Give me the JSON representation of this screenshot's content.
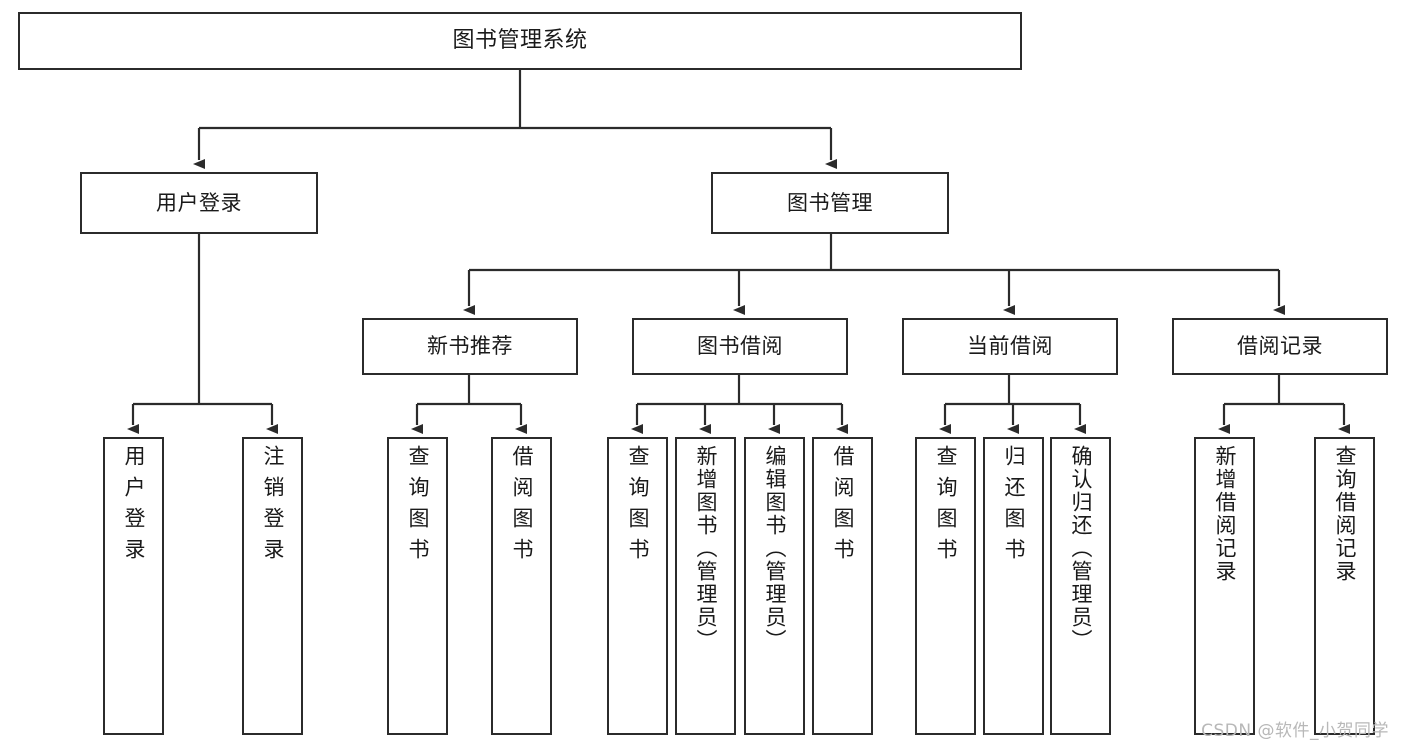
{
  "diagram": {
    "type": "tree",
    "title": "图书管理系统",
    "watermark": "CSDN @软件_小贺同学",
    "colors": {
      "stroke": "#2b2b2b",
      "fill": "#ffffff",
      "text": "#1a1a1a",
      "watermark": "#b8b8b8"
    },
    "nodes": {
      "root": {
        "label": "图书管理系统"
      },
      "level2": [
        {
          "label": "用户登录"
        },
        {
          "label": "图书管理"
        }
      ],
      "level3": [
        {
          "label": "新书推荐"
        },
        {
          "label": "图书借阅"
        },
        {
          "label": "当前借阅"
        },
        {
          "label": "借阅记录"
        }
      ],
      "leaves_user_login": [
        {
          "label": "用户登录"
        },
        {
          "label": "注销登录"
        }
      ],
      "leaves_new_book": [
        {
          "label": "查询图书"
        },
        {
          "label": "借阅图书"
        }
      ],
      "leaves_borrow": [
        {
          "label": "查询图书"
        },
        {
          "label": "新增图书（管理员）"
        },
        {
          "label": "编辑图书（管理员）"
        },
        {
          "label": "借阅图书"
        }
      ],
      "leaves_current": [
        {
          "label": "查询图书"
        },
        {
          "label": "归还图书"
        },
        {
          "label": "确认归还（管理员）"
        }
      ],
      "leaves_records": [
        {
          "label": "新增借阅记录"
        },
        {
          "label": "查询借阅记录"
        }
      ]
    }
  }
}
